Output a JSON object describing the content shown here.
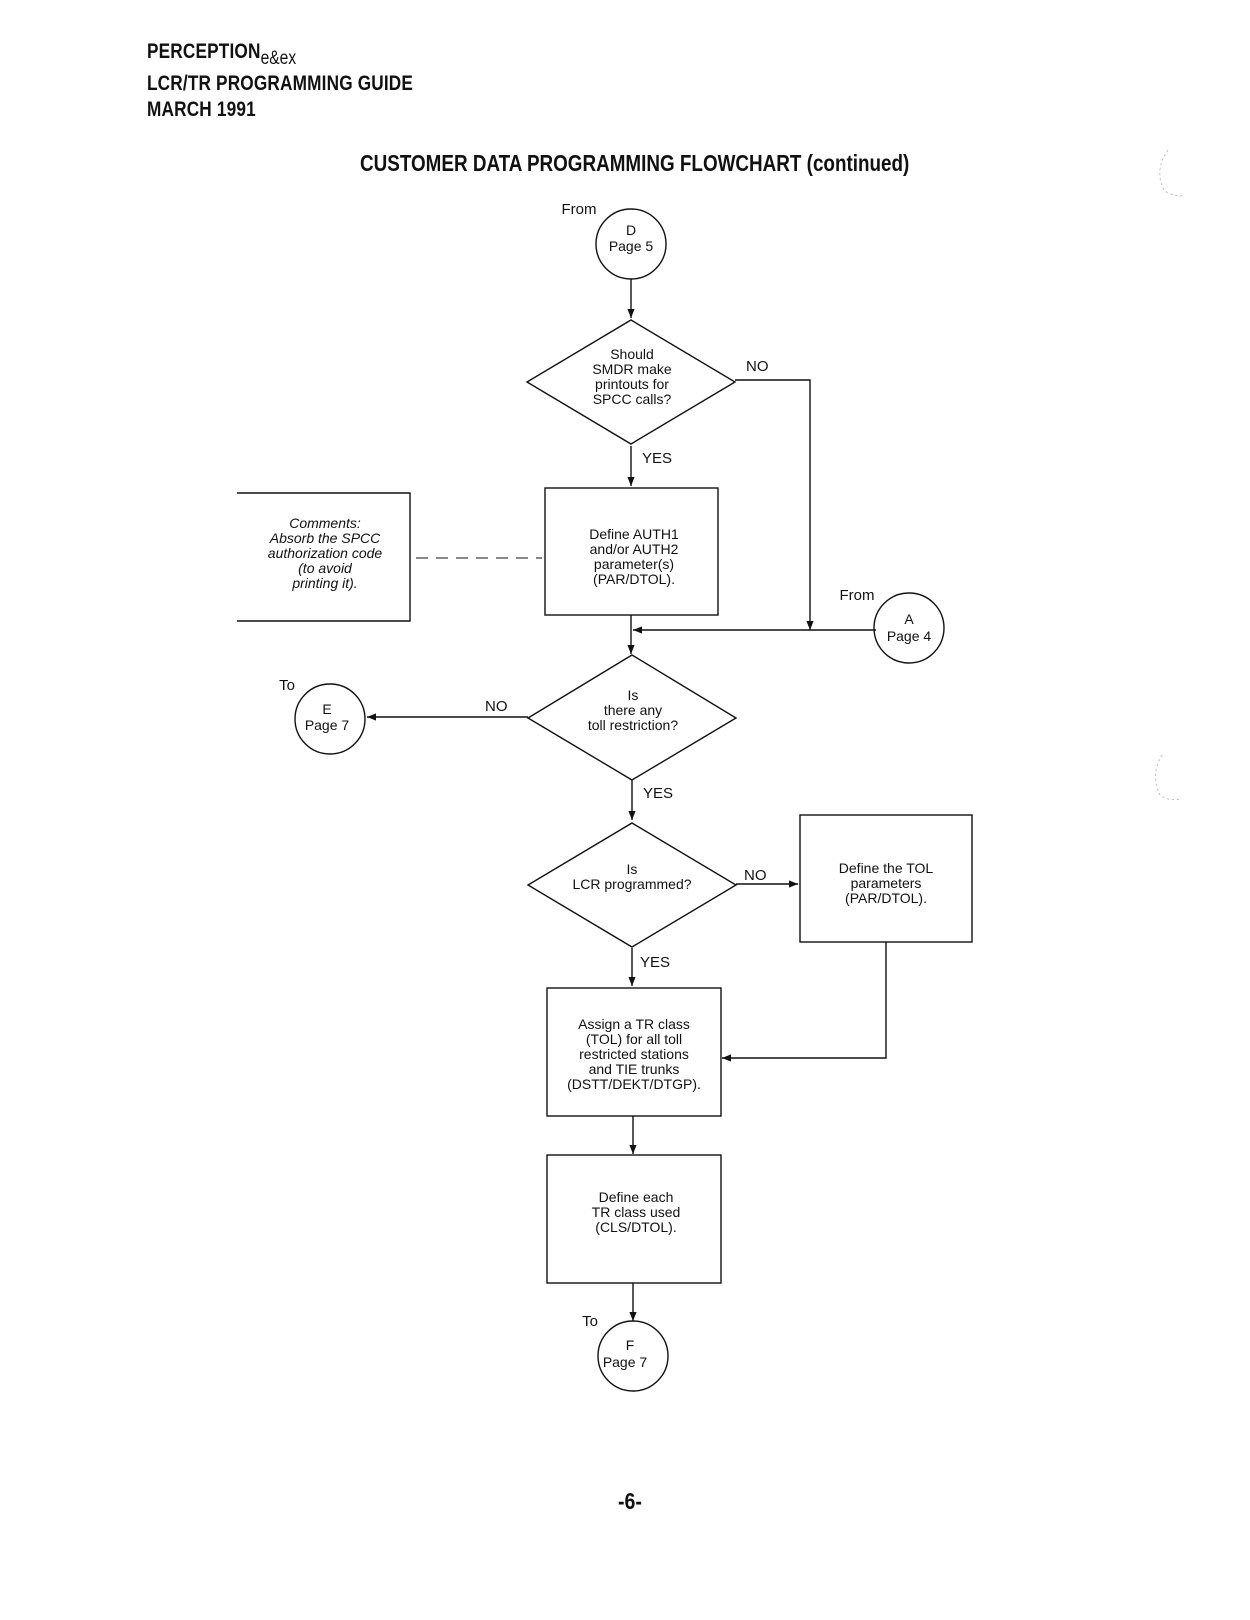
{
  "header": {
    "product": "PERCEPTION",
    "product_suffix": "e&ex",
    "guide": "LCR/TR PROGRAMMING GUIDE",
    "date": "MARCH 1991"
  },
  "title": "CUSTOMER DATA PROGRAMMING FLOWCHART (continued)",
  "page_number": "-6-",
  "connectors": {
    "d": {
      "caption": "From",
      "letter": "D",
      "page": "Page 5"
    },
    "a": {
      "caption": "From",
      "letter": "A",
      "page": "Page 4"
    },
    "e": {
      "caption": "To",
      "letter": "E",
      "page": "Page 7"
    },
    "f": {
      "caption": "To",
      "letter": "F",
      "page": "Page 7"
    }
  },
  "decisions": {
    "smdr": [
      "Should",
      "SMDR make",
      "printouts for",
      "SPCC calls?"
    ],
    "toll": [
      "Is",
      "there any",
      "toll restriction?"
    ],
    "lcr": [
      "Is",
      "LCR programmed?"
    ]
  },
  "processes": {
    "auth": [
      "Define AUTH1",
      "and/or AUTH2",
      "parameter(s)",
      "(PAR/DTOL)."
    ],
    "tol": [
      "Define the TOL",
      "parameters",
      "(PAR/DTOL)."
    ],
    "assign": [
      "Assign a TR class",
      "(TOL) for all toll",
      "restricted stations",
      "and TIE trunks",
      "(DSTT/DEKT/DTGP)."
    ],
    "define_each": [
      "Define each",
      "TR class used",
      "(CLS/DTOL)."
    ]
  },
  "comment": [
    "Comments:",
    "Absorb the SPCC",
    "authorization code",
    "(to avoid",
    "printing it)."
  ],
  "labels": {
    "smdr_no": "NO",
    "smdr_yes": "YES",
    "toll_no": "NO",
    "toll_yes": "YES",
    "lcr_no": "NO",
    "lcr_yes": "YES"
  }
}
